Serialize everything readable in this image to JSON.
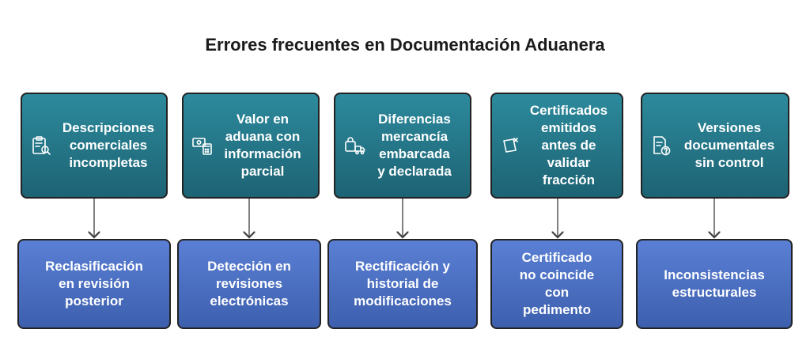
{
  "title": "Errores frecuentes en Documentación Aduanera",
  "columns": [
    {
      "icon": "clipboard-search-icon",
      "top": "Descripciones\ncomerciales\nincompletas",
      "bottom": "Reclasificación\nen revisión\nposterior"
    },
    {
      "icon": "money-calculator-icon",
      "top": "Valor en\naduana con\ninformación\nparcial",
      "bottom": "Detección en\nrevisiones\nelectrónicas"
    },
    {
      "icon": "bag-truck-icon",
      "top": "Diferencias\nmercancía\nembarcada\ny declarada",
      "bottom": "Rectificación y\nhistorial de\nmodificaciones"
    },
    {
      "icon": "certificate-x-icon",
      "top": "Certificados\nemitidos\nantes de\nvalidar\nfracción",
      "bottom": "Certificado\nno coincide\ncon\npedimento"
    },
    {
      "icon": "document-question-icon",
      "top": "Versiones\ndocumentales\nsin control",
      "bottom": "Inconsistencias\nestructurales"
    }
  ],
  "colors": {
    "top_box": "#1d6374",
    "bottom_box": "#4a6cc0",
    "border": "#222222"
  }
}
